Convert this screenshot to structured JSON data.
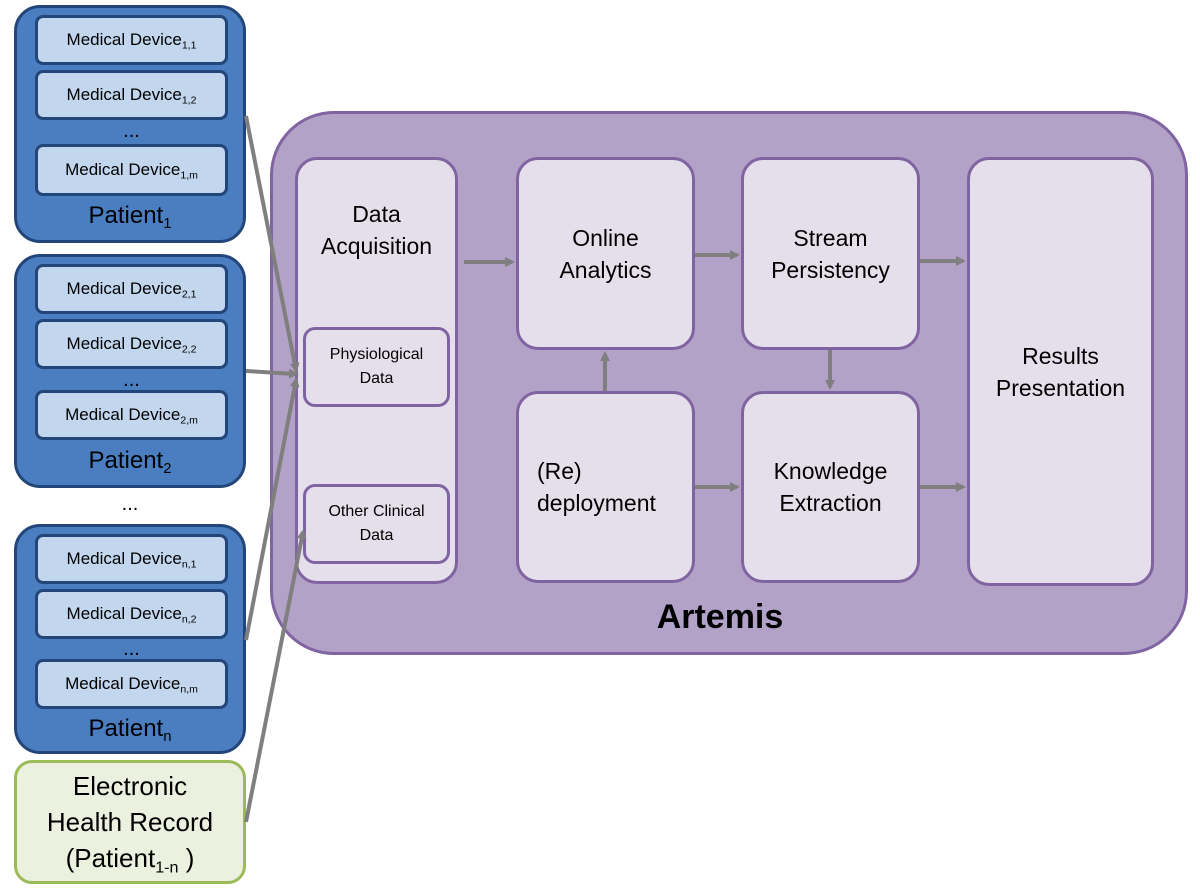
{
  "patients": [
    {
      "devices": [
        {
          "base": "Medical Device",
          "sub": "1,1"
        },
        {
          "base": "Medical Device",
          "sub": "1,2"
        },
        {
          "base": "Medical Device",
          "sub": "1,m"
        }
      ],
      "dots": "...",
      "label": {
        "base": "Patient",
        "sub": "1"
      }
    },
    {
      "devices": [
        {
          "base": "Medical Device",
          "sub": "2,1"
        },
        {
          "base": "Medical Device",
          "sub": "2,2"
        },
        {
          "base": "Medical Device",
          "sub": "2,m"
        }
      ],
      "dots": "...",
      "label": {
        "base": "Patient",
        "sub": "2"
      }
    },
    {
      "devices": [
        {
          "base": "Medical Device",
          "sub": "n,1"
        },
        {
          "base": "Medical Device",
          "sub": "n,2"
        },
        {
          "base": "Medical Device",
          "sub": "n,m"
        }
      ],
      "dots": "...",
      "label": {
        "base": "Patient",
        "sub": "n"
      }
    }
  ],
  "between_patients_dots": "...",
  "ehr": {
    "line1": "Electronic",
    "line2": "Health Record",
    "line3_prefix": "(Patient",
    "line3_sub": "1-n",
    "line3_suffix": " )"
  },
  "artemis": {
    "title": "Artemis",
    "data_acquisition": {
      "line1": "Data",
      "line2": "Acquisition",
      "physiological": {
        "line1": "Physiological",
        "line2": "Data"
      },
      "other_clinical": {
        "line1": "Other Clinical",
        "line2": "Data"
      }
    },
    "online_analytics": {
      "line1": "Online",
      "line2": "Analytics"
    },
    "stream_persistency": {
      "line1": "Stream",
      "line2": "Persistency"
    },
    "redeployment": {
      "line1": "(Re)",
      "line2": "deployment"
    },
    "knowledge_extraction": {
      "line1": "Knowledge",
      "line2": "Extraction"
    },
    "results_presentation": {
      "line1": "Results",
      "line2": "Presentation"
    }
  },
  "colors": {
    "patient_fill": "#4a7ec0",
    "device_fill": "#c2d6ee",
    "artemis_fill": "#b2a2c7",
    "module_fill": "#e5dfec",
    "ehr_fill": "#ebf1de",
    "arrow": "#7f7f7f"
  }
}
